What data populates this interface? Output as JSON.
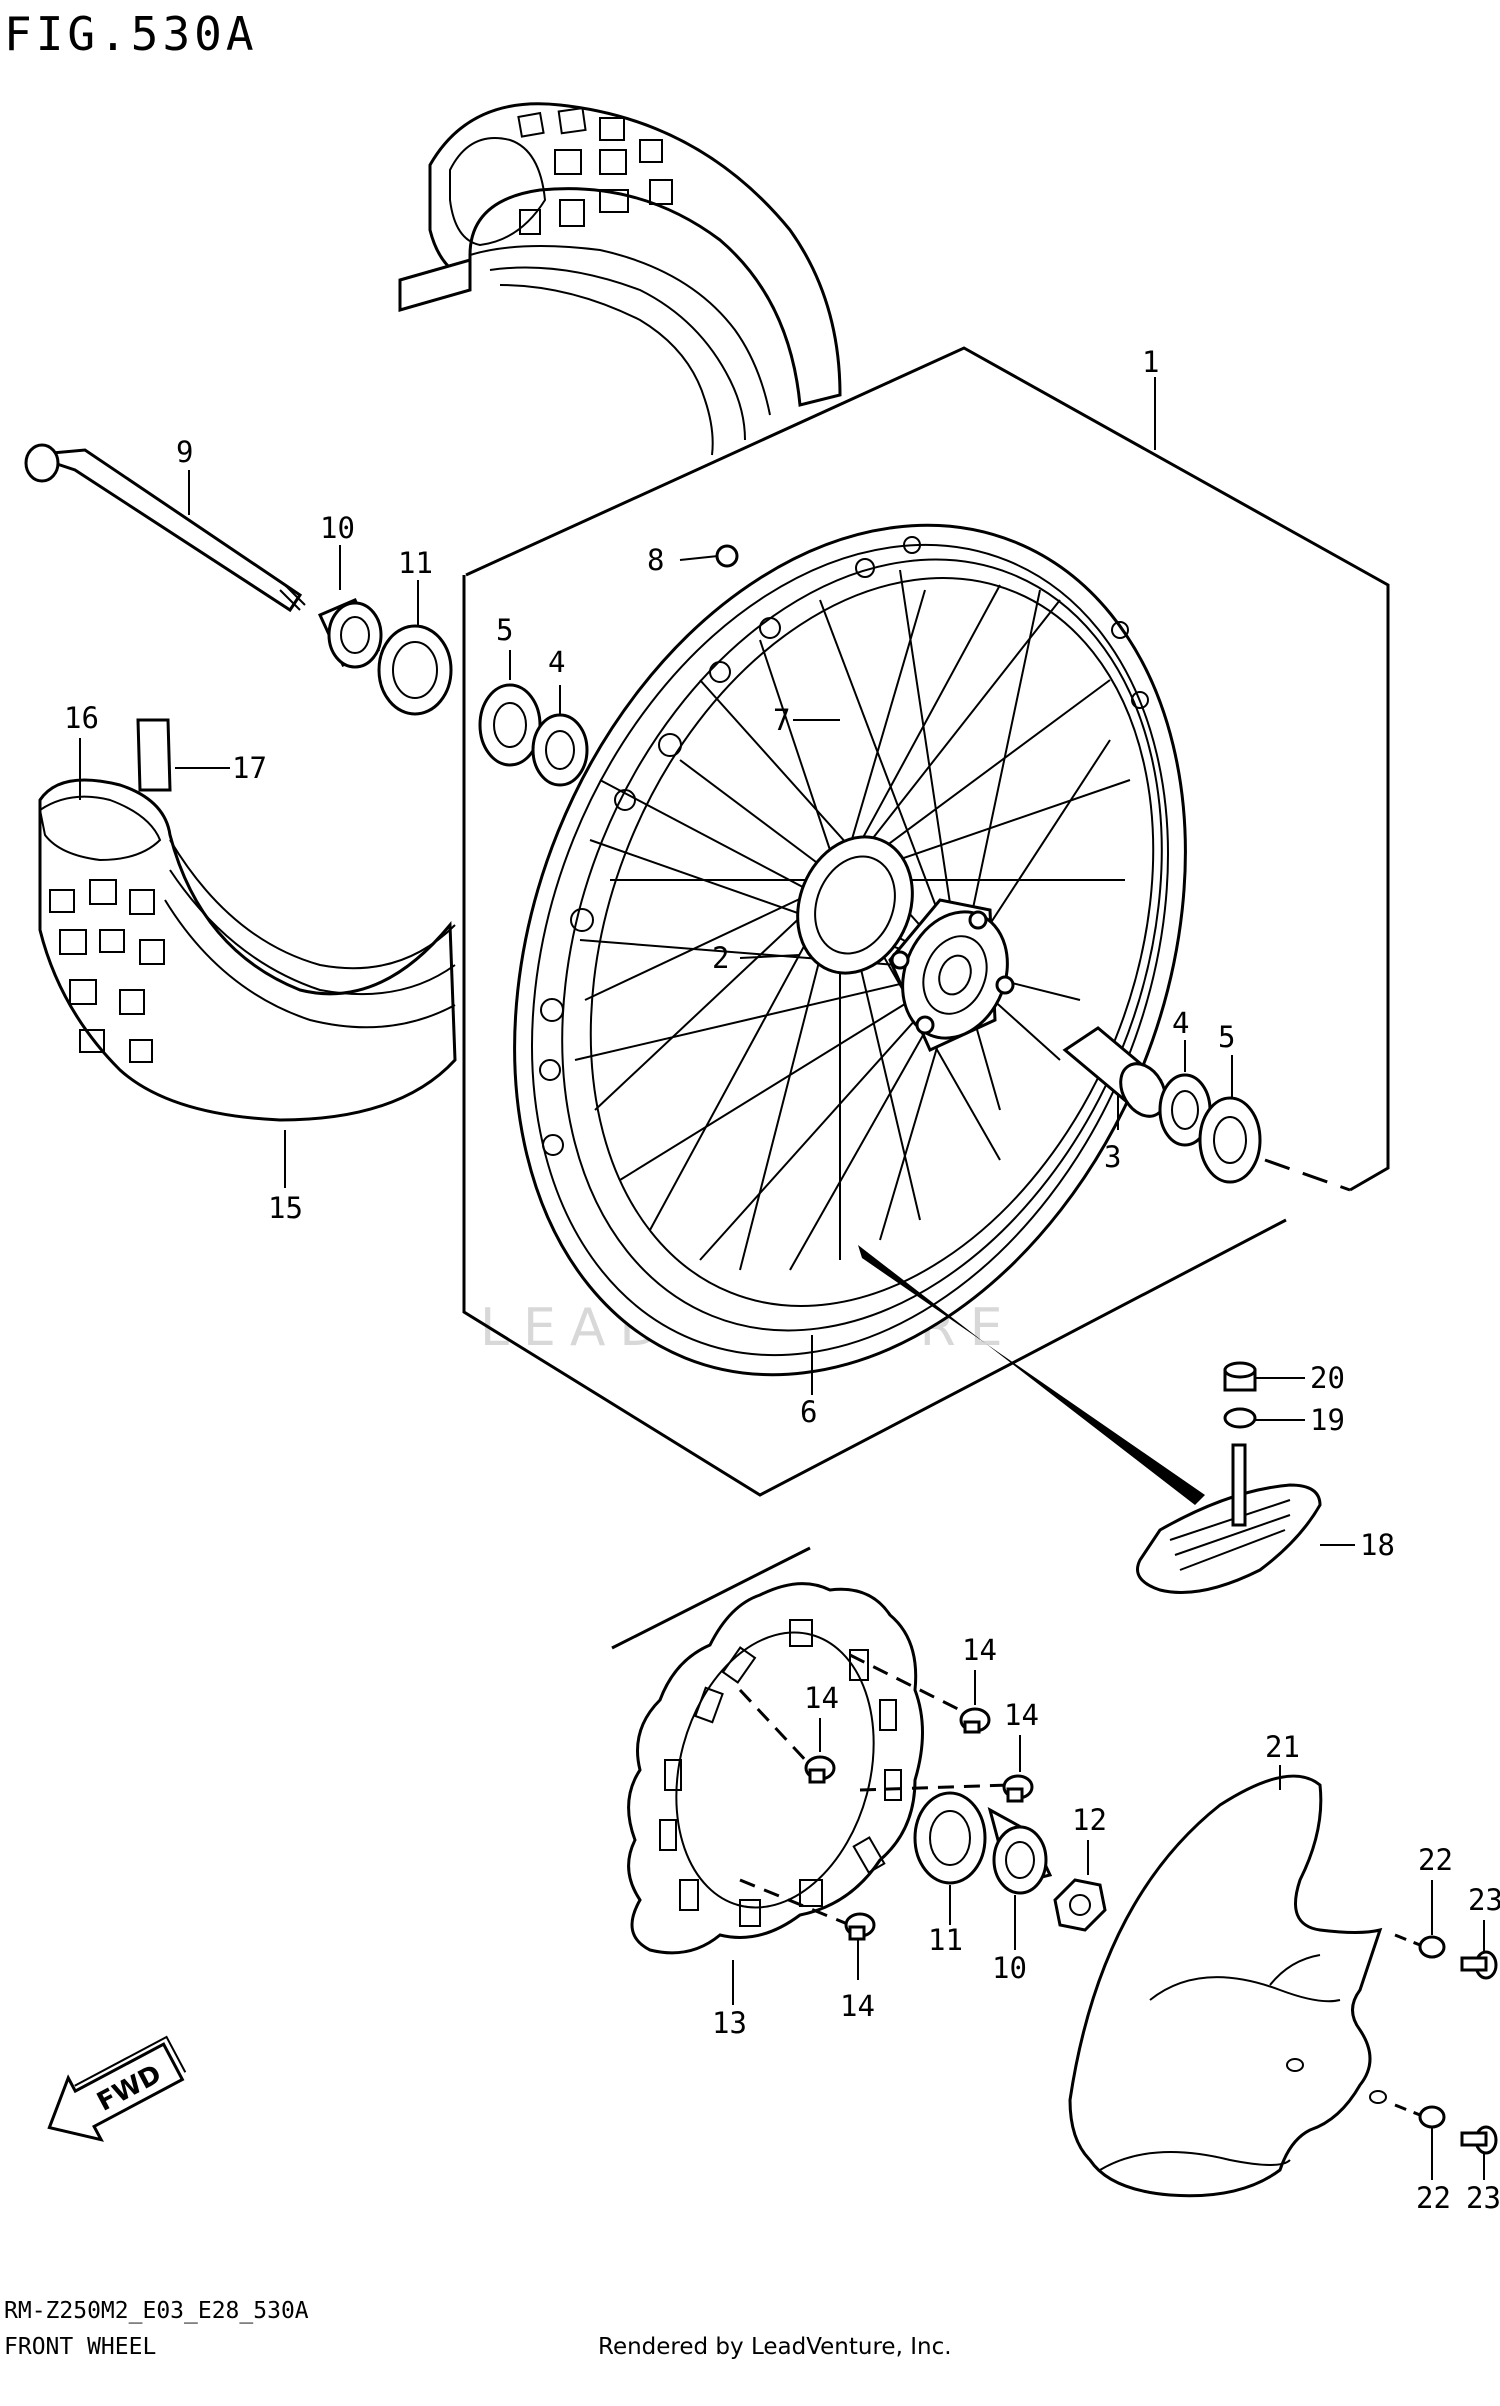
{
  "figure": {
    "title": "FIG.530A"
  },
  "footer": {
    "model_code": "RM-Z250M2_E03_E28_530A",
    "section_name": "FRONT WHEEL",
    "credit": "Rendered by LeadVenture, Inc."
  },
  "watermark": {
    "text": "LEADVENTURE"
  },
  "direction_arrow": {
    "label": "FWD",
    "icon": "fwd-arrow-icon"
  },
  "callouts": {
    "c1": "1",
    "c2": "2",
    "c3": "3",
    "c4a": "4",
    "c4b": "4",
    "c5a": "5",
    "c5b": "5",
    "c6": "6",
    "c7": "7",
    "c8": "8",
    "c9": "9",
    "c10a": "10",
    "c10b": "10",
    "c11a": "11",
    "c11b": "11",
    "c12": "12",
    "c13": "13",
    "c14a": "14",
    "c14b": "14",
    "c14c": "14",
    "c14d": "14",
    "c15": "15",
    "c16": "16",
    "c17": "17",
    "c18": "18",
    "c19": "19",
    "c20": "20",
    "c21": "21",
    "c22a": "22",
    "c22b": "22",
    "c23a": "23",
    "c23b": "23"
  }
}
